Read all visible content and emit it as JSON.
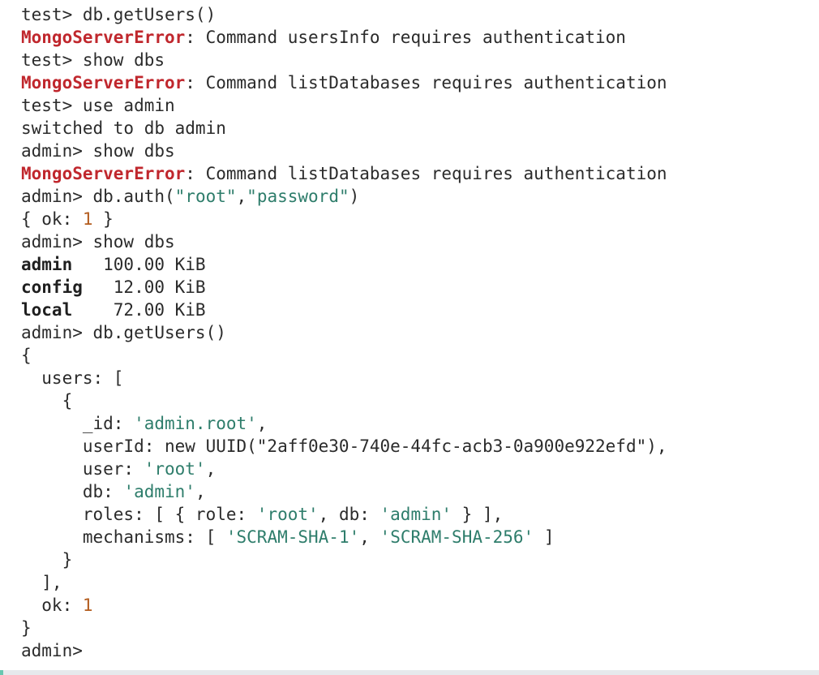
{
  "terminal": {
    "lines": [
      "test> db.getUsers()",
      [
        "MongoServerError",
        ": Command usersInfo requires authentication"
      ],
      "test> show dbs",
      [
        "MongoServerError",
        ": Command listDatabases requires authentication"
      ],
      "test> use admin",
      "switched to db admin",
      "admin> show dbs",
      [
        "MongoServerError",
        ": Command listDatabases requires authentication"
      ],
      [
        "admin> db.auth(",
        "\"root\"",
        ",",
        "\"password\"",
        ")"
      ],
      [
        "{ ok: ",
        "1",
        " }"
      ],
      "admin> show dbs",
      [
        "admin",
        "   100.00 KiB"
      ],
      [
        "config",
        "   12.00 KiB"
      ],
      [
        "local",
        "    72.00 KiB"
      ],
      "admin> db.getUsers()",
      "{",
      "  users: [",
      "    {",
      [
        "      _id: ",
        "'admin.root'",
        ","
      ],
      "      userId: new UUID(\"2aff0e30-740e-44fc-acb3-0a900e922efd\"),",
      [
        "      user: ",
        "'root'",
        ","
      ],
      [
        "      db: ",
        "'admin'",
        ","
      ],
      [
        "      roles: [ { role: ",
        "'root'",
        ", db: ",
        "'admin'",
        " } ],"
      ],
      [
        "      mechanisms: [ ",
        "'SCRAM-SHA-1'",
        ", ",
        "'SCRAM-SHA-256'",
        " ]"
      ],
      "    }",
      "  ],",
      [
        "  ok: ",
        "1"
      ],
      "}",
      "admin>"
    ]
  }
}
